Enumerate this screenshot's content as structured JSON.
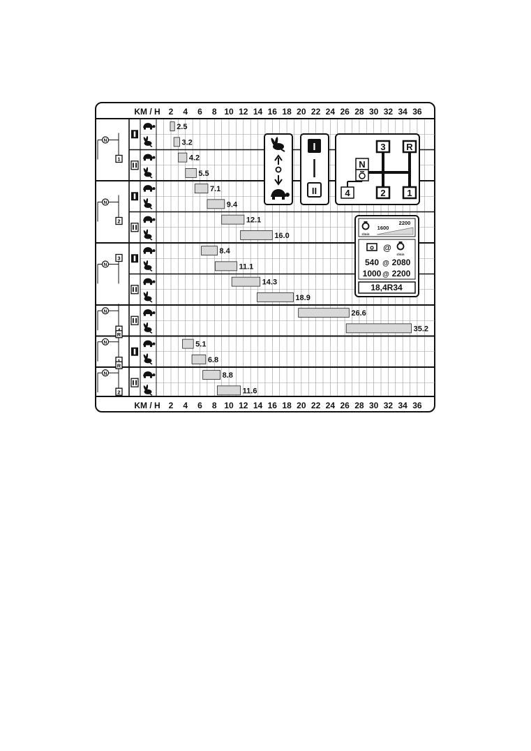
{
  "chart_data": {
    "type": "bar",
    "axis_label": "KM / H",
    "ticks": [
      2,
      4,
      6,
      8,
      10,
      12,
      14,
      16,
      18,
      20,
      22,
      24,
      26,
      28,
      30,
      32,
      34,
      36
    ],
    "xlim": [
      0.3,
      37.2
    ],
    "grid": true,
    "range_labels": [
      "I",
      "II"
    ],
    "groups": [
      {
        "gear": "1",
        "rows": [
          {
            "range": "I",
            "mode": "slow",
            "from": 1.9,
            "to": 2.5
          },
          {
            "range": "I",
            "mode": "fast",
            "from": 2.4,
            "to": 3.2
          },
          {
            "range": "II",
            "mode": "slow",
            "from": 3.0,
            "to": 4.2
          },
          {
            "range": "II",
            "mode": "fast",
            "from": 4.0,
            "to": 5.5
          }
        ]
      },
      {
        "gear": "2",
        "rows": [
          {
            "range": "I",
            "mode": "slow",
            "from": 5.3,
            "to": 7.1
          },
          {
            "range": "I",
            "mode": "fast",
            "from": 7.0,
            "to": 9.4
          },
          {
            "range": "II",
            "mode": "slow",
            "from": 9.0,
            "to": 12.1
          },
          {
            "range": "II",
            "mode": "fast",
            "from": 11.6,
            "to": 16.0
          }
        ]
      },
      {
        "gear": "3",
        "rows": [
          {
            "range": "I",
            "mode": "slow",
            "from": 6.2,
            "to": 8.4
          },
          {
            "range": "I",
            "mode": "fast",
            "from": 8.1,
            "to": 11.1
          },
          {
            "range": "II",
            "mode": "slow",
            "from": 10.4,
            "to": 14.3
          },
          {
            "range": "II",
            "mode": "fast",
            "from": 13.9,
            "to": 18.9
          }
        ]
      },
      {
        "gear": "4",
        "rows": [
          {
            "range": "II",
            "mode": "slow",
            "from": 19.6,
            "to": 26.6
          },
          {
            "range": "II",
            "mode": "fast",
            "from": 26.2,
            "to": 35.2
          }
        ]
      },
      {
        "gear": "R1",
        "rows": [
          {
            "range": "I",
            "mode": "slow",
            "from": 3.6,
            "to": 5.1
          },
          {
            "range": "I",
            "mode": "fast",
            "from": 4.9,
            "to": 6.8
          }
        ]
      },
      {
        "gear": "R2",
        "rows": [
          {
            "range": "II",
            "mode": "slow",
            "from": 6.4,
            "to": 8.8
          },
          {
            "range": "II",
            "mode": "fast",
            "from": 8.4,
            "to": 11.6
          }
        ]
      }
    ]
  },
  "gearbox_panel": {
    "gears": [
      "3",
      "R",
      "N",
      "4",
      "2",
      "1"
    ]
  },
  "engine_panel": {
    "rpm_low": "1600",
    "rpm_high": "2200",
    "rpm_unit": "r/min",
    "at_symbol": "@",
    "pto1_speed": "540",
    "pto1_engine": "2080",
    "pto2_speed": "1000",
    "pto2_engine": "2200",
    "tyre": "18,4R34"
  },
  "colors": {
    "bar_fill": "#d8d8d8",
    "line": "#111111",
    "grid": "#9a9a9a",
    "background": "#ffffff"
  },
  "icons": {
    "slow": "tortoise-icon",
    "fast": "hare-icon",
    "neutral": "neutral-n-icon",
    "pto": "pto-shaft-icon"
  }
}
